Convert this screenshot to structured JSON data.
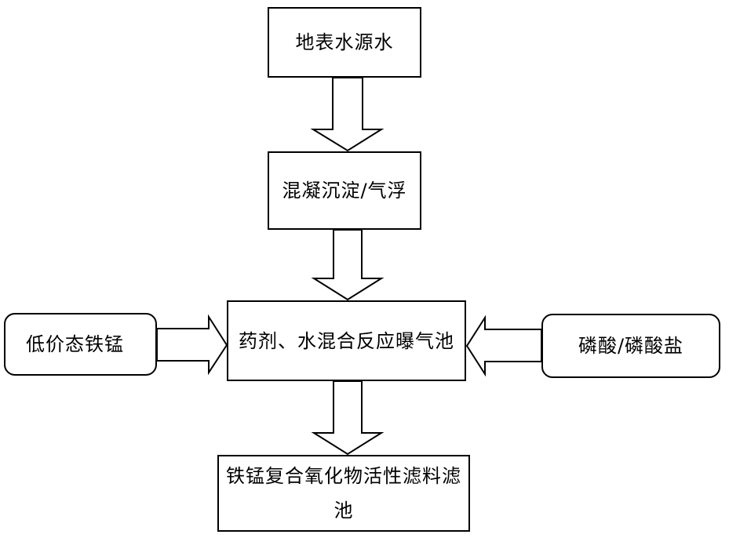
{
  "diagram": {
    "nodes": {
      "source": "地表水源水",
      "coagulation": "混凝沉淀/气浮",
      "reaction": "药剂、水混合反应曝气池",
      "filter": "铁锰复合氧化物活性滤料滤池",
      "iron_manganese": "低价态铁锰",
      "phosphate": "磷酸/磷酸盐"
    },
    "edges": [
      {
        "from": "source",
        "to": "coagulation"
      },
      {
        "from": "coagulation",
        "to": "reaction"
      },
      {
        "from": "iron_manganese",
        "to": "reaction"
      },
      {
        "from": "phosphate",
        "to": "reaction"
      },
      {
        "from": "reaction",
        "to": "filter"
      }
    ],
    "colors": {
      "line": "#000000",
      "fill": "#ffffff"
    }
  }
}
